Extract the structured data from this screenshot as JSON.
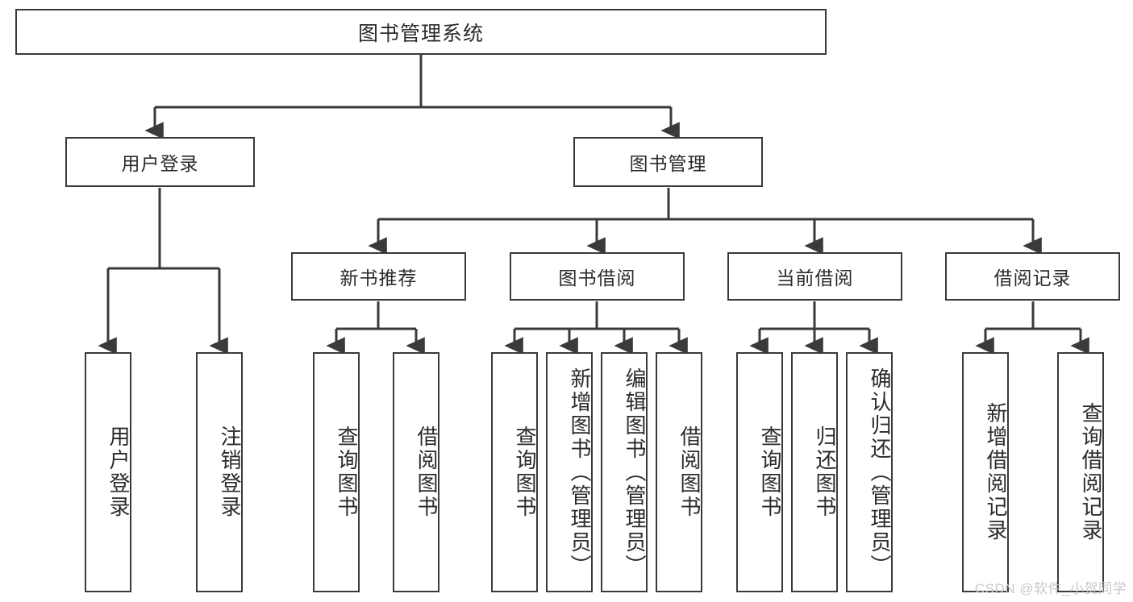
{
  "diagram": {
    "title": "图书管理系统",
    "type": "tree-hierarchy",
    "watermark": "CSDN @软件_小贺同学",
    "colors": {
      "box_border": "#3a3a3a",
      "box_fill": "#ffffff",
      "text": "#2b2b2b",
      "edge": "#3a3a3a",
      "watermark": "#c9c9c9",
      "background": "#ffffff"
    },
    "root": {
      "label": "图书管理系统"
    },
    "level2": [
      {
        "label": "用户登录"
      },
      {
        "label": "图书管理"
      }
    ],
    "level3": [
      {
        "label": "新书推荐"
      },
      {
        "label": "图书借阅"
      },
      {
        "label": "当前借阅"
      },
      {
        "label": "借阅记录"
      }
    ],
    "leaves": {
      "user_login": [
        {
          "label": "用户登录"
        },
        {
          "label": "注销登录"
        }
      ],
      "new_book": [
        {
          "label": "查询图书"
        },
        {
          "label": "借阅图书"
        }
      ],
      "book_borrow": [
        {
          "label": "查询图书"
        },
        {
          "label": "新增图书（管理员）"
        },
        {
          "label": "编辑图书（管理员）"
        },
        {
          "label": "借阅图书"
        }
      ],
      "current_borrow": [
        {
          "label": "查询图书"
        },
        {
          "label": "归还图书"
        },
        {
          "label": "确认归还（管理员）"
        }
      ],
      "borrow_record": [
        {
          "label": "新增借阅记录"
        },
        {
          "label": "查询借阅记录"
        }
      ]
    }
  }
}
